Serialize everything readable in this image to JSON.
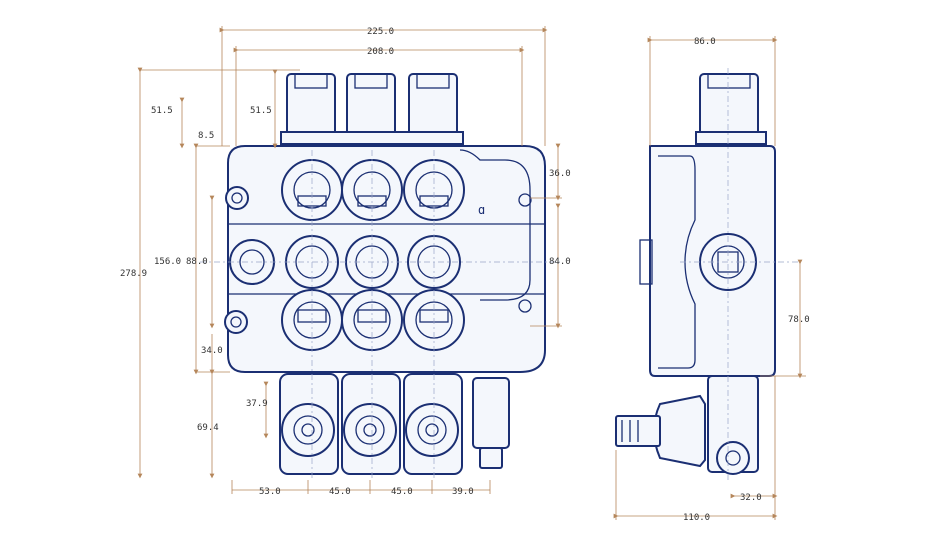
{
  "drawing": {
    "front_view": {
      "dimensions": {
        "total_width": "225.0",
        "body_width": "208.0",
        "handle_height_inner": "51.5",
        "handle_height_outer": "51.5",
        "flange_offset": "8.5",
        "body_height": "156.0",
        "overall_height": "278.9",
        "top_port_offset": "36.0",
        "port_spacing_right": "84.0",
        "port_spacing_left": "88.0",
        "bottom_offset": "34.0",
        "outlet_length": "69.4",
        "outlet_offset": "37.9",
        "spacing_first": "53.0",
        "spacing_second": "45.0",
        "spacing_third": "45.0",
        "spacing_last": "39.0"
      },
      "marking": "ɑ"
    },
    "side_view": {
      "dimensions": {
        "top_width": "86.0",
        "port_height": "78.0",
        "outlet_offset": "32.0",
        "total_width": "110.0"
      }
    }
  }
}
